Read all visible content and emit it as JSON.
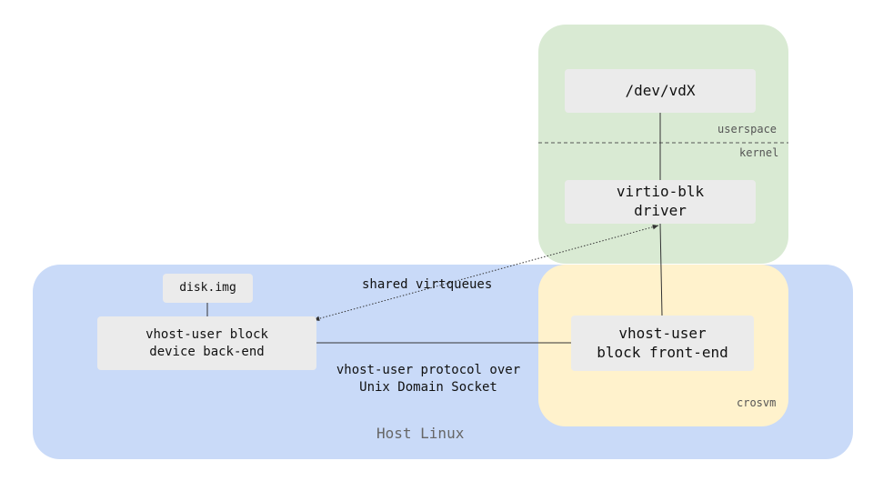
{
  "regions": {
    "host": {
      "label": "Host Linux",
      "color": "#c9daf8"
    },
    "guest": {
      "color": "#d9ead3"
    },
    "crosvm": {
      "label": "crosvm",
      "color": "#fff2cc"
    }
  },
  "guest": {
    "userspace_label": "userspace",
    "kernel_label": "kernel",
    "dev_node": "/dev/vdX",
    "driver": "virtio-blk\ndriver"
  },
  "host": {
    "disk_image": "disk.img",
    "backend": "vhost-user block\ndevice back-end",
    "frontend": "vhost-user\nblock front-end"
  },
  "edges": {
    "shared_virtqueues": "shared virtqueues",
    "protocol": "vhost-user protocol over\nUnix Domain Socket"
  }
}
